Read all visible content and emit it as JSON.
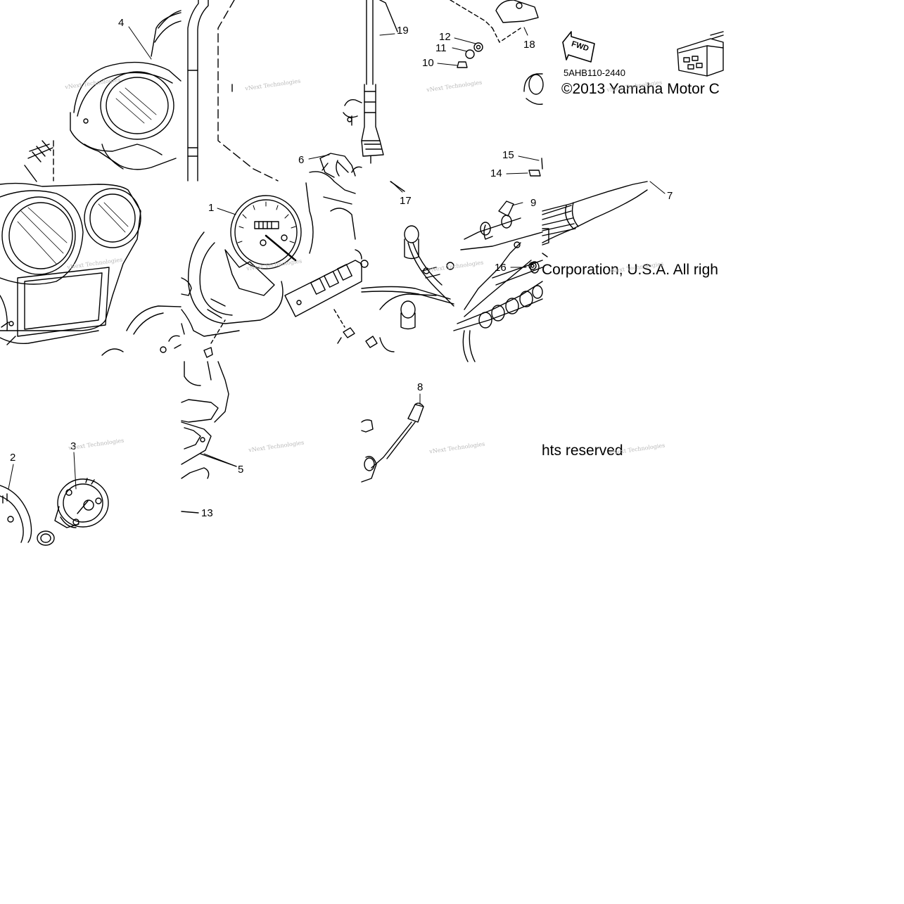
{
  "diagram": {
    "part_code": "5AHB110-2440",
    "copyright_segments": [
      "©2013 Yamaha Motor C",
      "Corporation, U.S.A. All righ",
      "hts reserved"
    ],
    "fwd_label": "FWD",
    "watermark": "vNext Technologies",
    "callouts": [
      "1",
      "2",
      "3",
      "4",
      "5",
      "6",
      "7",
      "8",
      "9",
      "10",
      "11",
      "12",
      "13",
      "14",
      "15",
      "16",
      "17",
      "18",
      "19"
    ]
  }
}
